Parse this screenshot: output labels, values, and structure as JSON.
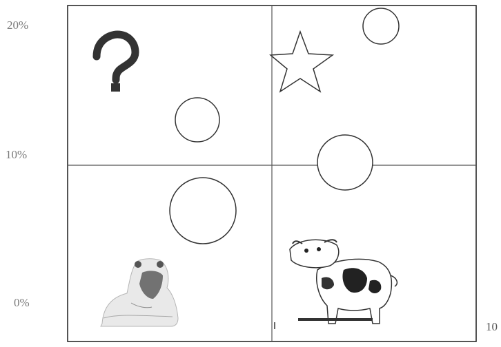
{
  "axes": {
    "y_labels": [
      "20%",
      "10%",
      "0%"
    ],
    "x_label_right": "10"
  },
  "quadrants": {
    "top_left": {
      "symbol": "?"
    },
    "top_right": {
      "symbol": "star"
    },
    "bottom_left": {
      "symbol": "dog"
    },
    "bottom_right": {
      "symbol": "cow"
    }
  },
  "colors": {
    "frame": "#2a2a2a",
    "divider": "#555555",
    "symbol": "#333333",
    "label": "#7a7a7a"
  }
}
